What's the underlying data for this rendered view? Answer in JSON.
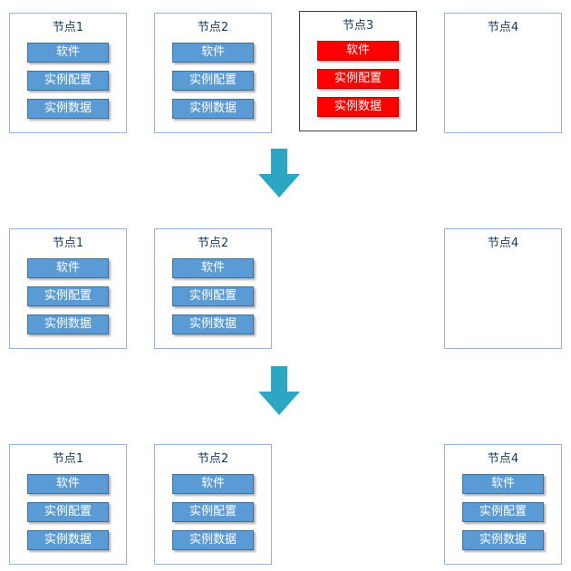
{
  "colors": {
    "background": "#FFFFFF",
    "node_border": "#95B3D7",
    "failed_node_border": "#3F3F3F",
    "title_text": "#17375E",
    "button_fill": "#5B9BD5",
    "button_border": "#41719C",
    "failed_button_fill": "#FF0000",
    "failed_button_border": "#C00000",
    "arrow_fill": "#2BA7C4"
  },
  "stages": [
    {
      "nodes": [
        {
          "title": "节点1",
          "state": "normal",
          "items": [
            "软件",
            "实例配置",
            "实例数据"
          ]
        },
        {
          "title": "节点2",
          "state": "normal",
          "items": [
            "软件",
            "实例配置",
            "实例数据"
          ]
        },
        {
          "title": "节点3",
          "state": "failed",
          "items": [
            "软件",
            "实例配置",
            "实例数据"
          ]
        },
        {
          "title": "节点4",
          "state": "empty",
          "items": []
        }
      ]
    },
    {
      "nodes": [
        {
          "title": "节点1",
          "state": "normal",
          "items": [
            "软件",
            "实例配置",
            "实例数据"
          ]
        },
        {
          "title": "节点2",
          "state": "normal",
          "items": [
            "软件",
            "实例配置",
            "实例数据"
          ]
        },
        {
          "title": "节点4",
          "state": "empty",
          "items": []
        }
      ]
    },
    {
      "nodes": [
        {
          "title": "节点1",
          "state": "normal",
          "items": [
            "软件",
            "实例配置",
            "实例数据"
          ]
        },
        {
          "title": "节点2",
          "state": "normal",
          "items": [
            "软件",
            "实例配置",
            "实例数据"
          ]
        },
        {
          "title": "节点4",
          "state": "normal",
          "items": [
            "软件",
            "实例配置",
            "实例数据"
          ]
        }
      ]
    }
  ]
}
